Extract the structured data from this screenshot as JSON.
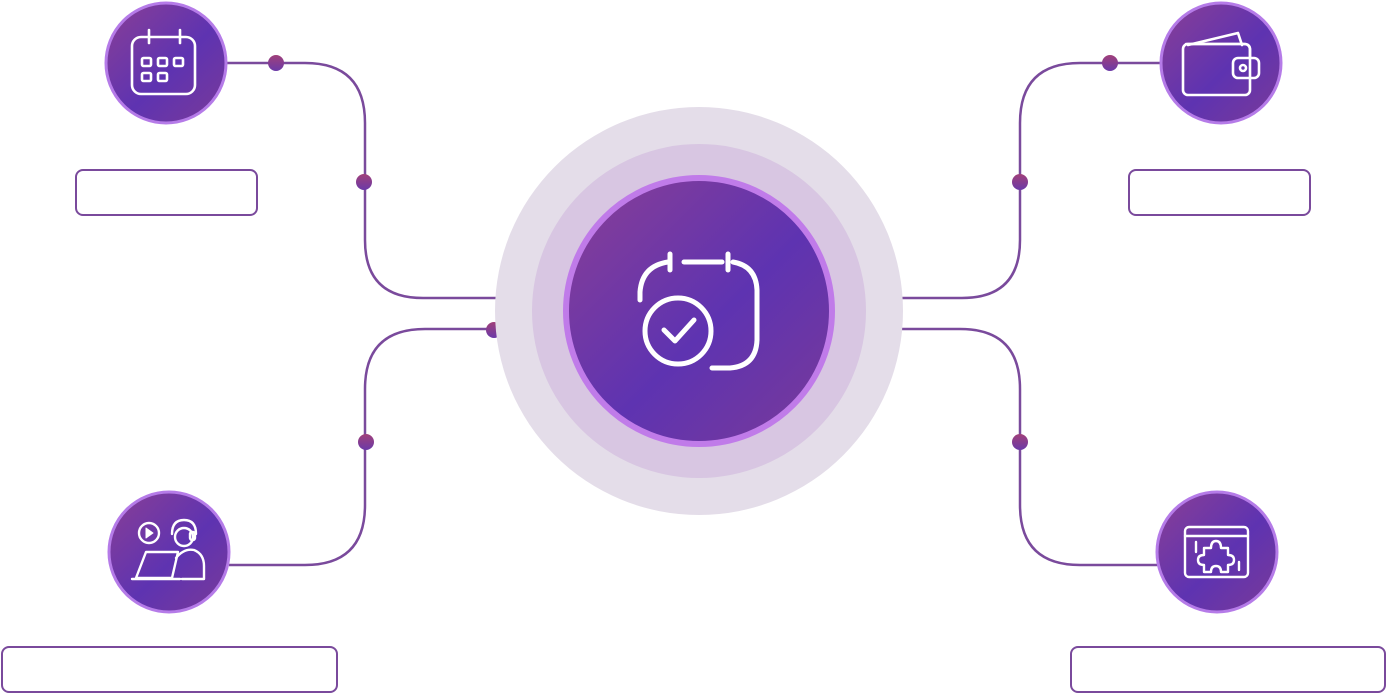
{
  "colors": {
    "line": "#7a4a9c",
    "node_gradient_start": "#7b3f9e",
    "node_gradient_end": "#5b34b0",
    "node_ring": "#b57be8",
    "halo_outer": "#e4dde9",
    "halo_inner": "#d8c6e2",
    "icon_stroke": "#ffffff"
  },
  "center": {
    "icon": "calendar-check-icon"
  },
  "nodes": [
    {
      "id": "top-left",
      "icon": "calendar-icon",
      "label": ""
    },
    {
      "id": "top-right",
      "icon": "wallet-icon",
      "label": ""
    },
    {
      "id": "bottom-left",
      "icon": "support-agent-video-icon",
      "label": ""
    },
    {
      "id": "bottom-right",
      "icon": "puzzle-plugin-icon",
      "label": ""
    }
  ]
}
